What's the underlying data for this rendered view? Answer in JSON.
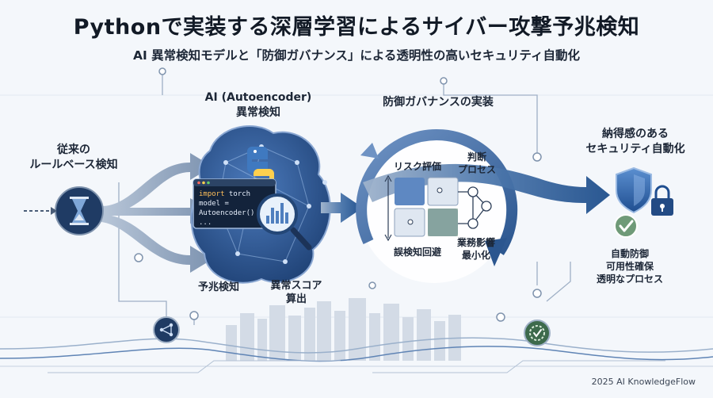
{
  "title": "Pythonで実装する深層学習によるサイバー攻撃予兆検知",
  "subtitle": "AI 異常検知モデルと「防御ガバナンス」による透明性の高いセキュリティ自動化",
  "left": {
    "line1": "従来の",
    "line2": "ルールベース検知"
  },
  "ai": {
    "line1": "AI (Autoencoder)",
    "line2": "異常検知",
    "code_import": "import",
    "code_import_rest": " torch",
    "code_line2": "model =",
    "code_line3": "Autoencoder()",
    "code_line4": "...",
    "bottom_left": "予兆検知",
    "bottom_right_1": "異常スコア",
    "bottom_right_2": "算出"
  },
  "governance": {
    "title": "防御ガバナンスの実装",
    "risk": "リスク評価",
    "judge_1": "判断",
    "judge_2": "プロセス",
    "false_pos": "誤検知回避",
    "impact_1": "業務影響",
    "impact_2": "最小化"
  },
  "right": {
    "line1": "納得感のある",
    "line2": "セキュリティ自動化",
    "b1": "自動防御",
    "b2": "可用性確保",
    "b3": "透明なプロセス"
  },
  "footer": "2025 AI KnowledgeFlow",
  "colors": {
    "arrow": "#2f5f9c",
    "arrow_light": "#8fa6c2",
    "blob": "#2a5590",
    "accent": "#ffd04d"
  }
}
